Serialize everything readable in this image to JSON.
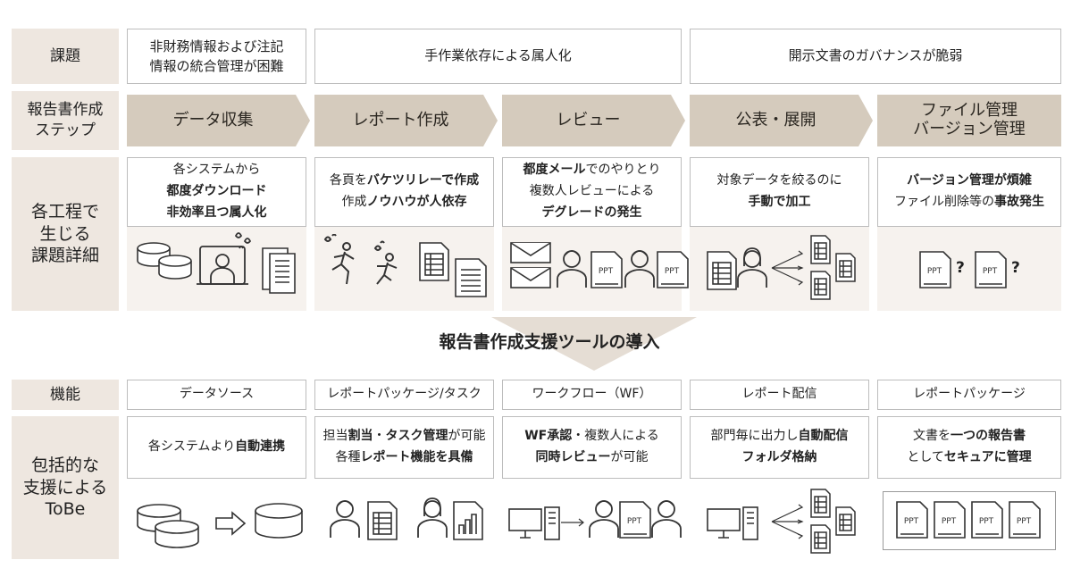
{
  "labels": {
    "issue": "課題",
    "steps": "報告書作成\nステップ",
    "detail": "各工程で\n生じる\n課題詳細",
    "function": "機能",
    "tobe": "包括的な\n支援による\nToBe"
  },
  "issues": [
    "非財務情報および注記\n情報の統合管理が困難",
    "手作業依存による属人化",
    "開示文書のガバナンスが脆弱"
  ],
  "steps": [
    "データ収集",
    "レポート作成",
    "レビュー",
    "公表・展開",
    "ファイル管理\nバージョン管理"
  ],
  "details": [
    [
      {
        "t": "各システムから",
        "b": false
      },
      {
        "t": "都度ダウンロード",
        "b": true
      },
      {
        "t": "非効率且つ属人化",
        "b": true
      }
    ],
    [
      {
        "t": "各頁を",
        "b": false
      },
      {
        "t": "バケツリレーで作成",
        "b": true
      },
      {
        "t": "作成",
        "b": false
      },
      {
        "t": "ノウハウが人依存",
        "b": true
      }
    ],
    [
      {
        "t": "都度メール",
        "b": true
      },
      {
        "t": "でのやりとり",
        "b": false
      },
      {
        "t": "複数人レビューによる",
        "b": false
      },
      {
        "t": "デグレードの発生",
        "b": true
      }
    ],
    [
      {
        "t": "対象データを絞るのに",
        "b": false
      },
      {
        "t": "手動で加工",
        "b": true
      }
    ],
    [
      {
        "t": "バージョン管理が煩雑",
        "b": true
      },
      {
        "t": "ファイル削除等の",
        "b": false
      },
      {
        "t": "事故発生",
        "b": true
      }
    ]
  ],
  "transition": "報告書作成支援ツールの導入",
  "functions": [
    "データソース",
    "レポートパッケージ/タスク",
    "ワークフロー（WF）",
    "レポート配信",
    "レポートパッケージ"
  ],
  "tobe_details": [
    [
      {
        "t": "各システムより",
        "b": false
      },
      {
        "t": "自動連携",
        "b": true
      }
    ],
    [
      {
        "t": "担当",
        "b": false
      },
      {
        "t": "割当",
        "b": true
      },
      {
        "t": "・",
        "b": false
      },
      {
        "t": "タスク管理",
        "b": true
      },
      {
        "t": "が可能",
        "b": false
      },
      {
        "t": "各種",
        "b": false
      },
      {
        "t": "レポート機能を具備",
        "b": true
      }
    ],
    [
      {
        "t": "WF承認",
        "b": true
      },
      {
        "t": "・複数人による",
        "b": false
      },
      {
        "t": "同時レビュー",
        "b": true
      },
      {
        "t": "が可能",
        "b": false
      }
    ],
    [
      {
        "t": "部門毎に出力し",
        "b": false
      },
      {
        "t": "自動配信",
        "b": true
      },
      {
        "t": "フォルダ格納",
        "b": true
      }
    ],
    [
      {
        "t": "文書を",
        "b": false
      },
      {
        "t": "一つの報告書",
        "b": true
      },
      {
        "t": "として",
        "b": false
      },
      {
        "t": "セキュアに管理",
        "b": true
      }
    ]
  ],
  "icons": {
    "ppt_label": "PPT",
    "question": "?"
  },
  "colors": {
    "step_fill": "#d5cbbd",
    "label_bg": "#eee7e0",
    "arrow_fill": "#e5ddd4"
  }
}
